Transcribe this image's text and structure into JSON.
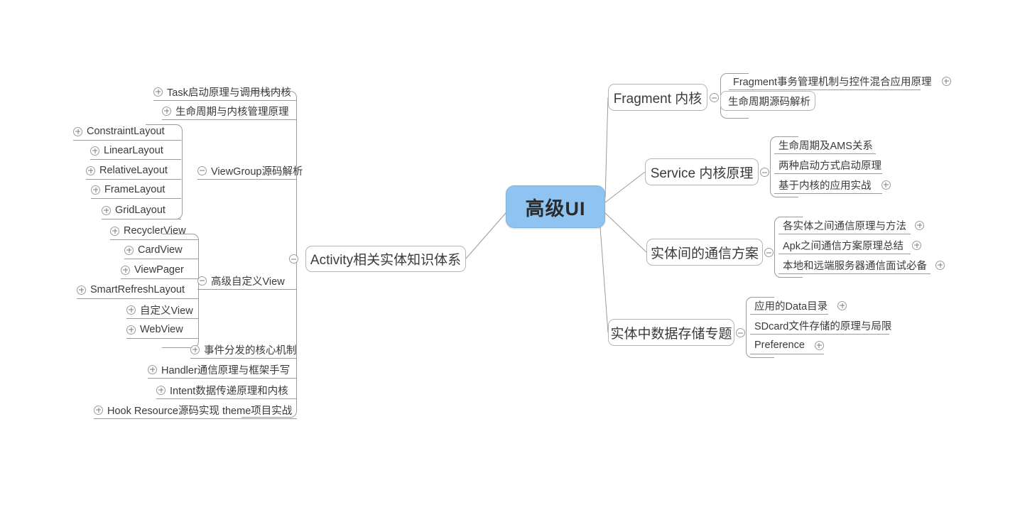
{
  "diagram": {
    "type": "mind-map",
    "title": "高级UI",
    "accent_color": "#8FC4F2",
    "line_color": "#9b9b9b",
    "text_color": "#3a3a3a",
    "background": "#ffffff",
    "icons": {
      "expand": "plus-circle-icon",
      "collapse": "minus-circle-icon"
    }
  },
  "central": {
    "label": "高级UI"
  },
  "branches": {
    "activity": {
      "label": "Activity相关实体知识体系",
      "state": "expanded",
      "children": [
        {
          "label": "Task启动原理与调用栈内核",
          "toggle": "plus"
        },
        {
          "label": "生命周期与内核管理原理",
          "toggle": "plus"
        },
        {
          "label": "ViewGroup源码解析",
          "toggle": "minus"
        },
        {
          "label": "高级自定义View",
          "toggle": "minus"
        },
        {
          "label": "事件分发的核心机制",
          "toggle": "plus"
        },
        {
          "label": "Handler通信原理与框架手写",
          "toggle": "plus"
        },
        {
          "label": "Intent数据传递原理和内核",
          "toggle": "plus"
        },
        {
          "label": "Hook Resource源码实现 theme项目实战",
          "toggle": "plus"
        }
      ]
    },
    "viewgroup": {
      "label": "ViewGroup源码解析",
      "children": [
        {
          "label": "ConstraintLayout",
          "toggle": "plus"
        },
        {
          "label": "LinearLayout",
          "toggle": "plus"
        },
        {
          "label": "RelativeLayout",
          "toggle": "plus"
        },
        {
          "label": "FrameLayout",
          "toggle": "plus"
        },
        {
          "label": "GridLayout",
          "toggle": "plus"
        }
      ]
    },
    "customview": {
      "label": "高级自定义View",
      "children": [
        {
          "label": "RecyclerView",
          "toggle": "plus"
        },
        {
          "label": "CardView",
          "toggle": "plus"
        },
        {
          "label": "ViewPager",
          "toggle": "plus"
        },
        {
          "label": "SmartRefreshLayout",
          "toggle": "plus"
        },
        {
          "label": "自定义View",
          "toggle": "plus"
        },
        {
          "label": "WebView",
          "toggle": "plus"
        }
      ]
    },
    "fragment": {
      "label": "Fragment 内核",
      "state": "expanded",
      "children": [
        {
          "label": "Fragment事务管理机制与控件混合应用原理",
          "toggle": "plus"
        },
        {
          "label": "生命周期源码解析",
          "toggle": "none"
        }
      ]
    },
    "service": {
      "label": "Service 内核原理",
      "state": "expanded",
      "children": [
        {
          "label": "生命周期及AMS关系",
          "toggle": "none"
        },
        {
          "label": "两种启动方式启动原理",
          "toggle": "none"
        },
        {
          "label": "基于内核的应用实战",
          "toggle": "plus"
        }
      ]
    },
    "communication": {
      "label": "实体间的通信方案",
      "state": "expanded",
      "children": [
        {
          "label": "各实体之间通信原理与方法",
          "toggle": "plus"
        },
        {
          "label": "Apk之间通信方案原理总结",
          "toggle": "plus"
        },
        {
          "label": "本地和远端服务器通信面试必备",
          "toggle": "plus"
        }
      ]
    },
    "storage": {
      "label": "实体中数据存储专题",
      "state": "expanded",
      "children": [
        {
          "label": "应用的Data目录",
          "toggle": "plus"
        },
        {
          "label": "SDcard文件存储的原理与局限",
          "toggle": "none"
        },
        {
          "label": "Preference",
          "toggle": "plus"
        }
      ]
    }
  }
}
